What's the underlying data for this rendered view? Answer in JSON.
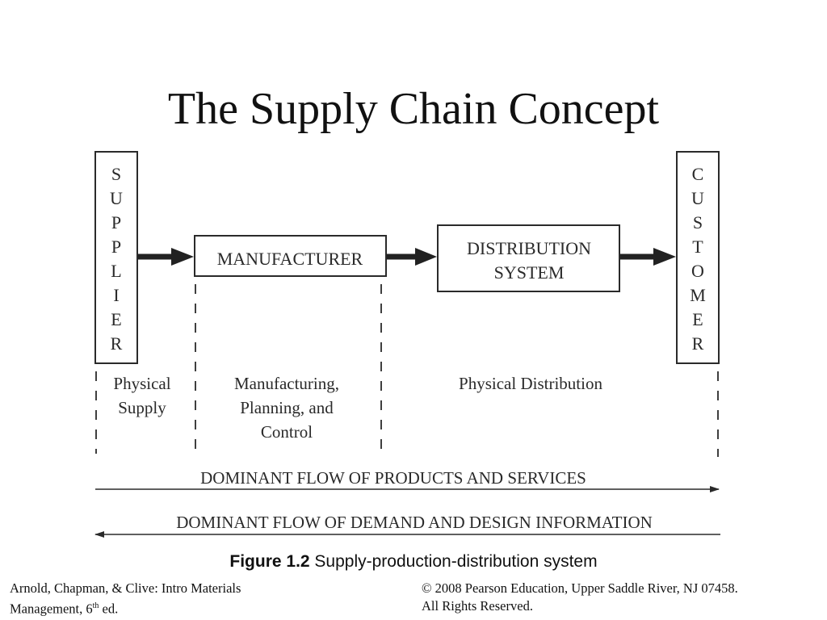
{
  "slide": {
    "title": "The Supply Chain Concept"
  },
  "diagram": {
    "supplier_letters": [
      "S",
      "U",
      "P",
      "P",
      "L",
      "I",
      "E",
      "R"
    ],
    "customer_letters": [
      "C",
      "U",
      "S",
      "T",
      "O",
      "M",
      "E",
      "R"
    ],
    "manufacturer_label": "MANUFACTURER",
    "distribution_label_line1": "DISTRIBUTION",
    "distribution_label_line2": "SYSTEM",
    "section_physical_supply": [
      "Physical",
      "Supply"
    ],
    "section_manufacturing": [
      "Manufacturing,",
      "Planning, and",
      "Control"
    ],
    "section_physical_distribution": "Physical Distribution",
    "flow_products": "DOMINANT FLOW OF PRODUCTS AND SERVICES",
    "flow_information": "DOMINANT FLOW OF  DEMAND AND DESIGN INFORMATION"
  },
  "caption": {
    "figure_number": "Figure 1.2",
    "figure_text": " Supply-production-distribution system"
  },
  "footer": {
    "left_line1": "Arnold, Chapman, & Clive: Intro Materials",
    "left_line2_prefix": "Management, 6",
    "left_line2_sup": "th",
    "left_line2_suffix": " ed.",
    "right_line1": "© 2008 Pearson Education, Upper Saddle River, NJ 07458.",
    "right_line2": "All Rights Reserved."
  }
}
